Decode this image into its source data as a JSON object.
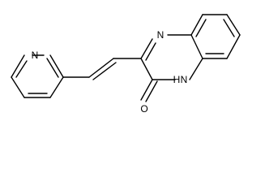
{
  "molecule": {
    "atoms": {
      "pyridine_n": "N",
      "ring_n_top": "N",
      "amide_nh": "H",
      "amide_n": "N",
      "carbonyl_o": "O"
    },
    "colors": {
      "bond": "#000000",
      "label": "#000000",
      "background": "#ffffff"
    }
  }
}
